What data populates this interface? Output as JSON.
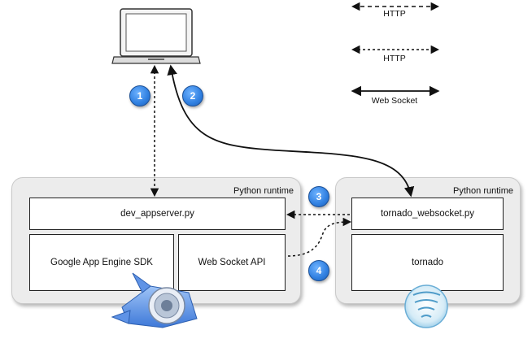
{
  "legend": {
    "items": [
      {
        "label": "HTTP"
      },
      {
        "label": "HTTP"
      },
      {
        "label": "Web Socket"
      }
    ]
  },
  "left_runtime": {
    "label": "Python runtime",
    "dev_appserver": "dev_appserver.py",
    "sdk": "Google App Engine SDK",
    "ws_api": "Web Socket API"
  },
  "right_runtime": {
    "label": "Python runtime",
    "tornado_ws": "tornado_websocket.py",
    "tornado": "tornado"
  },
  "badges": [
    "1",
    "2",
    "3",
    "4"
  ],
  "colors": {
    "badge_blue": "#2f7fe0",
    "container_gray": "#ececec"
  },
  "icons": [
    "laptop-icon",
    "app-engine-logo",
    "tornado-logo"
  ]
}
